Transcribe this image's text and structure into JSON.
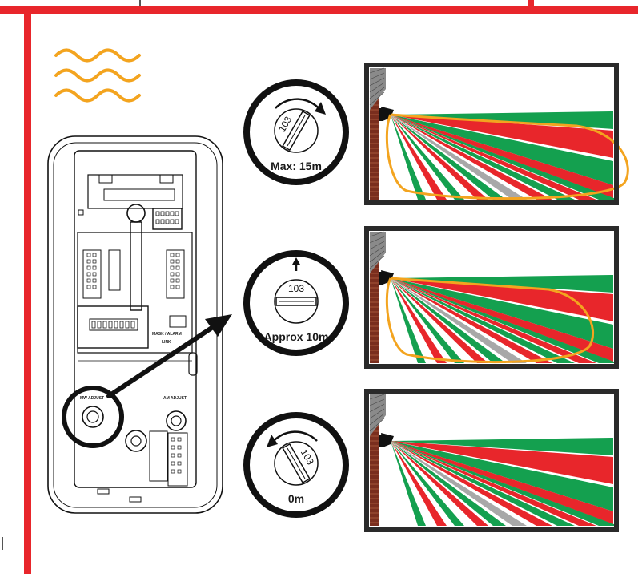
{
  "colors": {
    "frame_red": "#e8262b",
    "beam_green": "#14a04f",
    "beam_red": "#e8262b",
    "beam_grey": "#a8a8a8",
    "wave_orange": "#f3a41f",
    "range_outline": "#f3a41f",
    "ink": "#111111"
  },
  "icons": [
    "heat-waves-icon",
    "detector-icon",
    "arrow-icon",
    "wall-icon"
  ],
  "detector": {
    "mw_adjust_label": "MW ADJUST",
    "am_adjust_label": "AM ADJUST",
    "mask_alarm_link_label": "MASK / ALARM",
    "link_label": "LINK"
  },
  "settings": [
    {
      "dial_label": "Max: 15m",
      "dial_digits": "103",
      "dial_rotation": "clockwise",
      "range_fraction": 1.0
    },
    {
      "dial_label": "Approx 10m",
      "dial_digits": "103",
      "dial_rotation": "none",
      "range_fraction": 0.85
    },
    {
      "dial_label": "0m",
      "dial_digits": "103",
      "dial_rotation": "counterclockwise",
      "range_fraction": 0.0
    }
  ]
}
